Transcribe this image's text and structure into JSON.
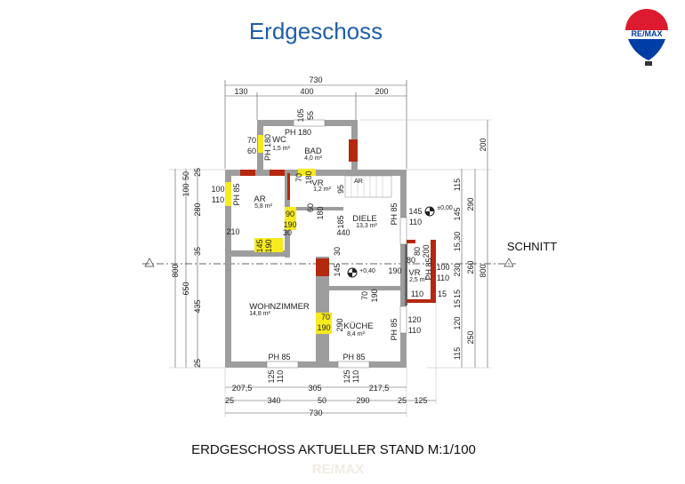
{
  "title": "Erdgeschoss",
  "logo": {
    "text": "RE/MAX",
    "colors": {
      "red": "#dc1c2e",
      "blue": "#003da5"
    }
  },
  "footer": "ERDGESCHOSS AKTUELLER STAND  M:1/100",
  "watermark": "RE/MAX",
  "section_label": "SCHNITT",
  "rooms": [
    {
      "name": "WC",
      "area": "1,5 m²"
    },
    {
      "name": "BAD",
      "area": "4,0 m²"
    },
    {
      "name": "AR",
      "area": "5,8 m²"
    },
    {
      "name": "VR",
      "area": "1,2 m²"
    },
    {
      "name": "DIELE",
      "area": "13,3 m²"
    },
    {
      "name": "VR",
      "area": "2,5 m²"
    },
    {
      "name": "WOHNZIMMER",
      "area": "14,8 m²"
    },
    {
      "name": "KÜCHE",
      "area": "8,4 m²"
    }
  ],
  "stair_label": "AR",
  "levels": {
    "entry": "±0,00",
    "living": "+0,40"
  },
  "dims": {
    "top": [
      "730",
      "130",
      "400",
      "200"
    ],
    "bottom_row1": [
      "207,5",
      "305",
      "217,5"
    ],
    "bottom_row2": [
      "25",
      "340",
      "50",
      "290",
      "25",
      "125"
    ],
    "bottom_total": "730",
    "left": [
      "25",
      "50",
      "100",
      "280",
      "35",
      "650",
      "800",
      "435",
      "25"
    ],
    "right": [
      "200",
      "115",
      "290",
      "145",
      "15,30",
      "230",
      "260",
      "800",
      "15",
      "15",
      "120",
      "250",
      "115"
    ]
  },
  "openings": {
    "bad_window": [
      "105",
      "55"
    ],
    "bad_ph": "PH 180",
    "wc_window": [
      "70",
      "60"
    ],
    "wc_ph": "PH 180",
    "vr_door": [
      "70",
      "180"
    ],
    "ar_window": [
      "100",
      "110"
    ],
    "ar_ph": "PH 85",
    "stair_95": "95",
    "diele_door": [
      "60",
      "180"
    ],
    "diele_185": "185",
    "ar_door": [
      "90",
      "190"
    ],
    "diele_ph": "PH 85",
    "diele_window": [
      "145",
      "110"
    ],
    "ar_210": "210",
    "diele_440": "440",
    "ar_30": "30",
    "wz_door": [
      "145",
      "190"
    ],
    "wz_30": "30",
    "vr2_door": [
      "80",
      "200"
    ],
    "vr2_opening": [
      "80",
      "190"
    ],
    "wz_145": "145",
    "vr2_ph": "PH 85",
    "vr2_window": [
      "100",
      "110"
    ],
    "kitchen_door": [
      "70",
      "190"
    ],
    "vr2_110": "110",
    "vr2_15": "15",
    "wz_kitchen_door": [
      "70",
      "190"
    ],
    "kitchen_290": "290",
    "kitchen_ph": "PH 85",
    "kitchen_window": [
      "120",
      "110"
    ],
    "wz_south_ph": "PH 85",
    "kitchen_south_ph": "PH 85",
    "wz_south_window": [
      "125",
      "110"
    ],
    "kitchen_south_window": [
      "125",
      "110"
    ]
  }
}
